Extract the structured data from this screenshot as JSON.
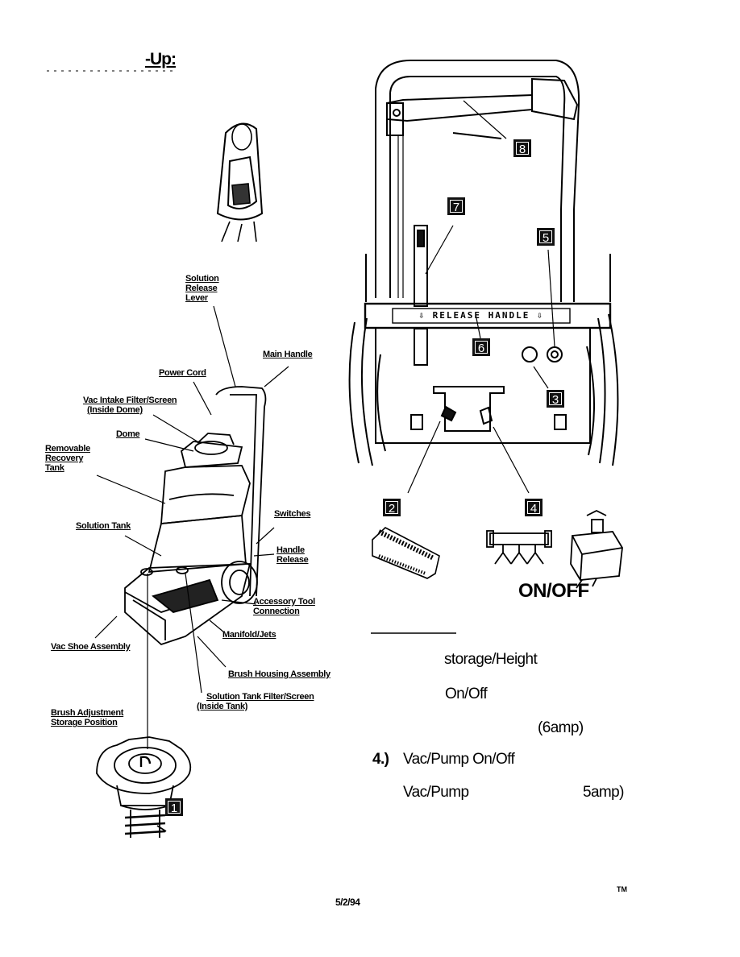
{
  "header": {
    "title": "-Up:"
  },
  "labels": {
    "solution_release_lever": [
      "Solution",
      "Release",
      "Lever"
    ],
    "main_handle": "Main Handle",
    "power_cord": "Power Cord",
    "vac_intake": "Vac Intake Filter/Screen",
    "vac_intake_sub": "(Inside Dome)",
    "dome": "Dome",
    "removable_recovery_tank": [
      "Removable",
      "Recovery",
      "Tank"
    ],
    "switches": "Switches",
    "solution_tank": "Solution Tank",
    "handle_release": [
      "Handle",
      "Release"
    ],
    "accessory_tool": [
      "Accessory Tool",
      "Connection"
    ],
    "manifold_jets": "Manifold/Jets",
    "vac_shoe": "Vac Shoe Assembly",
    "brush_housing": "Brush Housing Assembly",
    "solution_filter": "Solution Tank Filter/Screen",
    "solution_filter_sub": "(Inside Tank)",
    "brush_adjustment": [
      "Brush Adjustment",
      "Storage Position"
    ]
  },
  "callouts": [
    "1",
    "2",
    "3",
    "4",
    "5",
    "6",
    "7",
    "8"
  ],
  "panel": {
    "release_handle": "RELEASE HANDLE",
    "on_off": "ON/OFF"
  },
  "legend": {
    "storage_height": "storage/Height",
    "on_off": "On/Off",
    "six_amp": "(6amp)",
    "item4_num": "4.)",
    "item4_text": "Vac/Pump On/Off",
    "vac_pump": "Vac/Pump",
    "five_amp": "5amp)"
  },
  "footer": {
    "date": "5/2/94",
    "tm": "TM"
  }
}
